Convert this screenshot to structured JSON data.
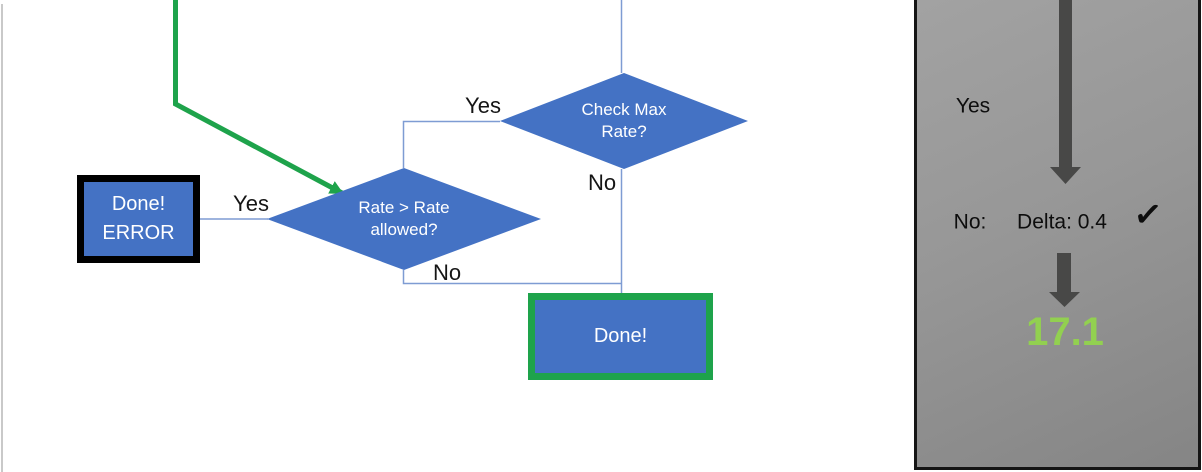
{
  "flowchart": {
    "check_max_diamond_label": "Check Max Rate?",
    "rate_diamond_label": "Rate > Rate allowed?",
    "error_box_line1": "Done!",
    "error_box_line2": "ERROR",
    "done_box_label": "Done!",
    "check_max_yes_label": "Yes",
    "check_max_no_label": "No",
    "rate_yes_label": "Yes",
    "rate_no_label": "No"
  },
  "panel": {
    "yes_label": "Yes",
    "no_label": "No:",
    "delta_value": "Delta: 0.4",
    "check_icon": "✓",
    "result_value": "17.1"
  },
  "colors": {
    "shape_blue": "#4472C4",
    "connector_blue": "#7e9cd3",
    "flow_green": "#1EA34B",
    "result_green": "#92D050",
    "arrow_gray": "#484847",
    "panel_gray": "#949494"
  }
}
